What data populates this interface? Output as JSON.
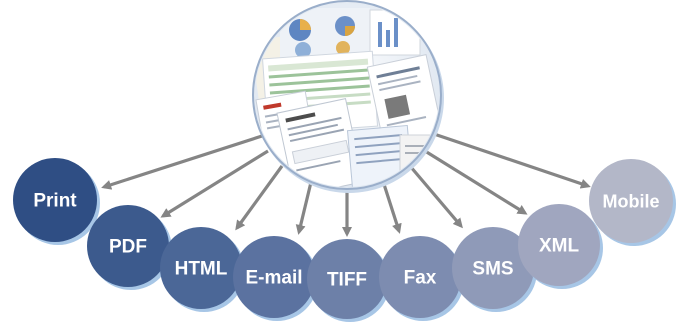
{
  "hub": {
    "icon": "document-collage-icon",
    "documents_icon": "stacked-documents-icon"
  },
  "outputs": [
    {
      "label": "Print",
      "color": "#2f4e84"
    },
    {
      "label": "PDF",
      "color": "#3c5a8d"
    },
    {
      "label": "HTML",
      "color": "#4b6797"
    },
    {
      "label": "E-mail",
      "color": "#5b72a0"
    },
    {
      "label": "TIFF",
      "color": "#6d80a8"
    },
    {
      "label": "Fax",
      "color": "#7d8cb0"
    },
    {
      "label": "SMS",
      "color": "#8f9ab8"
    },
    {
      "label": "XML",
      "color": "#a0a6bf"
    },
    {
      "label": "Mobile",
      "color": "#b3b7c8"
    }
  ],
  "colors": {
    "arrow": "#858585",
    "shadow": "#a7c6e6",
    "hub_border": "#9aaeca"
  }
}
